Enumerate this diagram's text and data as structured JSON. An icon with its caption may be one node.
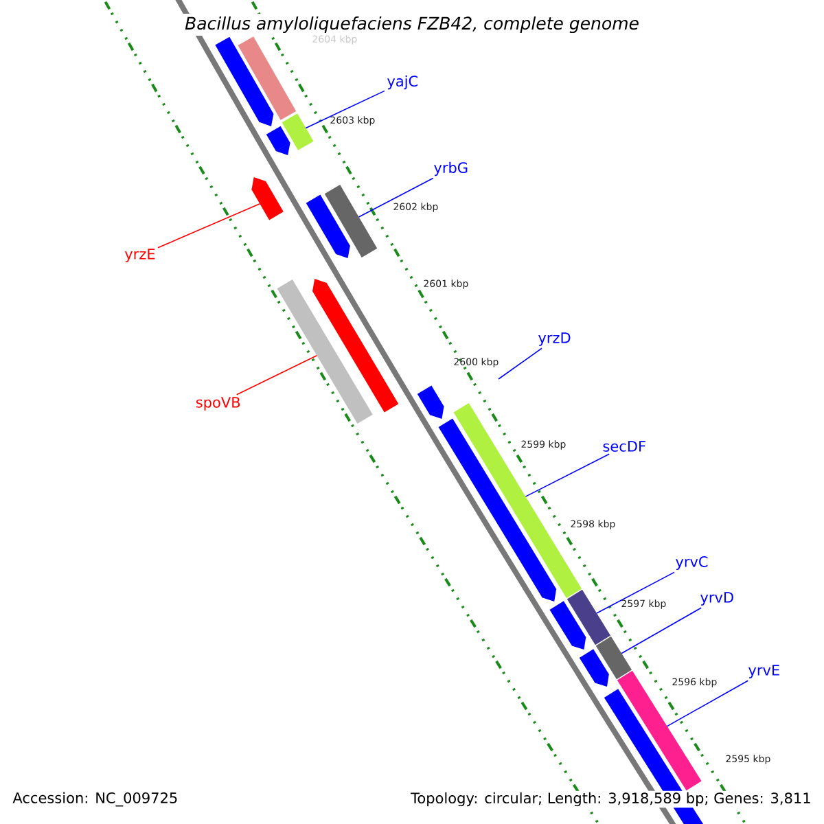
{
  "diagram": {
    "title": "*Bacillus amyloliquefaciens* FZB42, complete genome",
    "nodes": [
      {
        "text": [
          "yajC"
        ]
      },
      {
        "text": [],
        "shape": "bar"
      },
      {
        "text": [],
        "shape": "arrow"
      },
      {
        "text": [],
        "shape": "bar"
      },
      {
        "text": [],
        "shape": "arrow"
      },
      {
        "text": [
          "yrbG"
        ]
      },
      {
        "text": [],
        "shape": "arrow"
      },
      {
        "text": [],
        "shape": "bar"
      },
      {
        "text": [],
        "shape": "arrow"
      },
      {
        "text": [
          "yrzE"
        ]
      },
      {
        "text": [],
        "shape": "arrow"
      },
      {
        "text": [],
        "shape": "bar"
      },
      {
        "text": [
          "yrzD"
        ]
      },
      {
        "text": [],
        "shape": "arrow"
      },
      {
        "text": [
          "spoVB"
        ]
      },
      {
        "text": [],
        "shape": "bar"
      },
      {
        "text": [],
        "shape": "arrow"
      },
      {
        "text": [
          "secDF"
        ]
      },
      {
        "text": [
          "yrvC"
        ]
      },
      {
        "text": [],
        "shape": "bar"
      },
      {
        "text": [],
        "shape": "arrow"
      },
      {
        "text": [
          "yrvD"
        ]
      },
      {
        "text": [],
        "shape": "bar"
      },
      {
        "text": [],
        "shape": "arrow"
      },
      {
        "text": [
          "yrvE"
        ]
      },
      {
        "text": [],
        "shape": "bar"
      },
      {
        "text": [],
        "shape": "arrow"
      }
    ],
    "edges": [
      {
        "from": 0,
        "to": 3,
        "arrow": "none"
      },
      {
        "from": 5,
        "to": 7,
        "arrow": "none"
      },
      {
        "from": 9,
        "to": 6,
        "arrow": "none",
        "color": "#ff0000"
      },
      {
        "from": 12,
        "to": null,
        "arrow": "none"
      },
      {
        "from": 14,
        "to": 11,
        "arrow": "none",
        "color": "#ff0000"
      },
      {
        "from": 17,
        "to": 15,
        "arrow": "none"
      },
      {
        "from": 18,
        "to": 19,
        "arrow": "none"
      },
      {
        "from": 21,
        "to": 22,
        "arrow": "none"
      },
      {
        "from": 24,
        "to": 25,
        "arrow": "none"
      }
    ],
    "labels": [
      "2604 kbp",
      "2603 kbp",
      "2602 kbp",
      "2601 kbp",
      "2600 kbp",
      "2599 kbp",
      "2598 kbp",
      "2597 kbp",
      "2596 kbp",
      "2595 kbp",
      "Accession: NC_009725",
      "Topology: circular; Length: 3,918,589 bp; Genes: 3,811"
    ]
  }
}
